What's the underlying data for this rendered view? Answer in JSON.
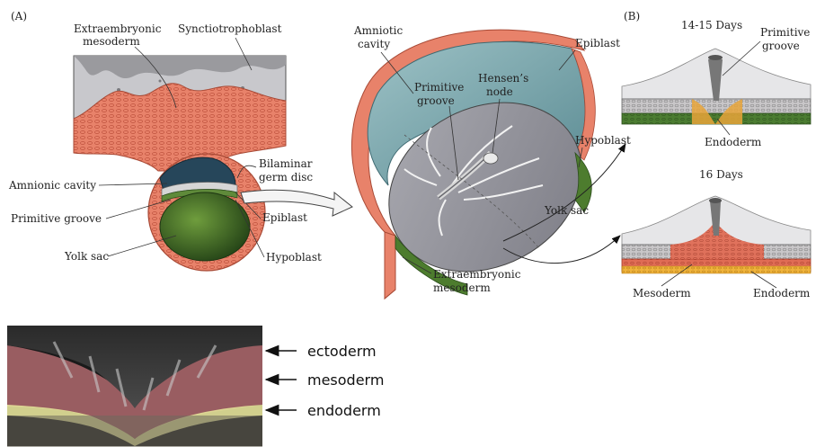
{
  "panel_a": {
    "tag": "(A)",
    "extraembryonic_mesoderm_1": "Extraembryonic",
    "extraembryonic_mesoderm_2": "mesoderm",
    "syncytiotrophoblast": "Synctiotrophoblast",
    "amnionic_cavity": "Amnionic cavity",
    "primitive_groove": "Primitive groove",
    "yolk_sac": "Yolk sac",
    "bilaminar_1": "Bilaminar",
    "bilaminar_2": "germ disc",
    "epiblast": "Epiblast",
    "hypoblast": "Hypoblast"
  },
  "panel_mid": {
    "amniotic_cavity_1": "Amniotic",
    "amniotic_cavity_2": "cavity",
    "primitive_groove_1": "Primitive",
    "primitive_groove_2": "groove",
    "hensens_node_1": "Hensen’s",
    "hensens_node_2": "node",
    "epiblast": "Epiblast",
    "hypoblast": "Hypoblast",
    "yolk_sac": "Yolk sac",
    "extraembryonic_1": "Extraembryonic",
    "extraembryonic_2": "mesoderm"
  },
  "panel_b": {
    "tag": "(B)",
    "days_1": "14-15 Days",
    "primitive_groove_1": "Primitive",
    "primitive_groove_2": "groove",
    "endoderm_1": "Endoderm",
    "days_2": "16 Days",
    "mesoderm": "Mesoderm",
    "endoderm_2": "Endoderm"
  },
  "sem": {
    "ectoderm": "ectoderm",
    "mesoderm": "mesoderm",
    "endoderm": "endoderm"
  },
  "colors": {
    "salmon": "#e8826a",
    "green": "#3f6e2a",
    "teal": "#6f9fa6",
    "gray": "#b9b9bd",
    "orange": "#e7a53a"
  }
}
